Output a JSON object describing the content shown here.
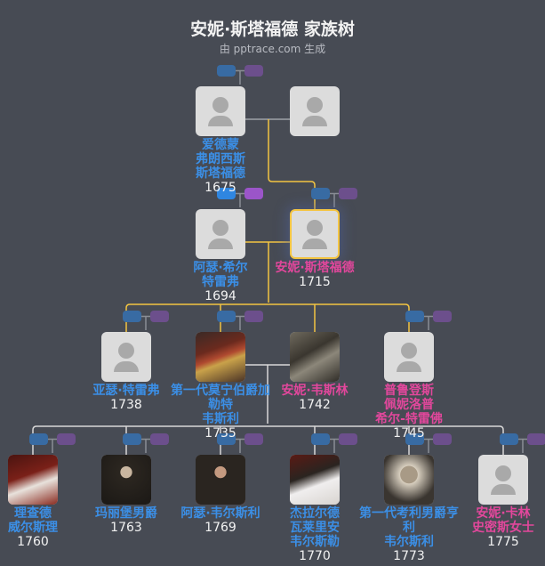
{
  "header": {
    "title": "安妮·斯塔福德 家族树",
    "subtitle": "由 pptrace.com 生成"
  },
  "colors": {
    "male": "#3b8fe6",
    "female": "#e2479c",
    "selected_border": "#f4c542",
    "background": "#474b54",
    "descent_line": "#f4c542"
  },
  "people": [
    {
      "name": "爱德蒙\n弗朗西斯\n斯塔福德",
      "year": "1675",
      "gender": "male",
      "photo": false
    },
    {
      "name": "",
      "year": "",
      "gender": "female",
      "photo": false
    },
    {
      "name": "阿瑟·希尔\n特雷弗",
      "year": "1694",
      "gender": "male",
      "photo": false
    },
    {
      "name": "安妮·斯塔福德",
      "year": "1715",
      "gender": "female",
      "photo": false,
      "selected": true
    },
    {
      "name": "亚瑟·特雷弗",
      "year": "1738",
      "gender": "male",
      "photo": false
    },
    {
      "name": "第一代莫宁伯爵加勒特\n韦斯利",
      "year": "1735",
      "gender": "male",
      "photo": true
    },
    {
      "name": "安妮·韦斯林",
      "year": "1742",
      "gender": "female",
      "photo": true
    },
    {
      "name": "普鲁登斯\n佩妮洛普\n希尔-特雷佛",
      "year": "1745",
      "gender": "female",
      "photo": false
    },
    {
      "name": "理查德\n威尔斯理",
      "year": "1760",
      "gender": "male",
      "photo": true
    },
    {
      "name": "玛丽堡男爵",
      "year": "1763",
      "gender": "male",
      "photo": true
    },
    {
      "name": "阿瑟·韦尔斯利",
      "year": "1769",
      "gender": "male",
      "photo": true
    },
    {
      "name": "杰拉尔德\n瓦莱里安\n韦尔斯勒",
      "year": "1770",
      "gender": "male",
      "photo": true
    },
    {
      "name": "第一代考利男爵亨利\n韦尔斯利",
      "year": "1773",
      "gender": "male",
      "photo": true
    },
    {
      "name": "安妮·卡林\n史密斯女士",
      "year": "1775",
      "gender": "female",
      "photo": false
    }
  ]
}
